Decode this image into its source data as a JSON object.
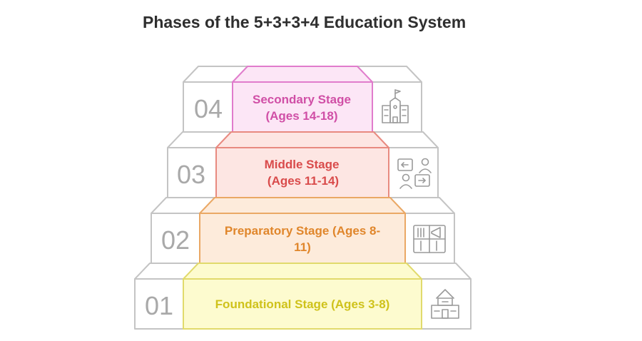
{
  "title": "Phases of the 5+3+3+4 Education System",
  "stages": [
    {
      "number": "04",
      "line1": "Secondary Stage",
      "line2": "(Ages 14-18)",
      "icon": "school-building-icon",
      "accent": "#d04fa6",
      "fill": "#fce6f6",
      "edge": "#e07ccc"
    },
    {
      "number": "03",
      "line1": "Middle Stage",
      "line2": "(Ages 11-14)",
      "icon": "discussion-icon",
      "accent": "#d94b4b",
      "fill": "#fde6e3",
      "edge": "#e88a80"
    },
    {
      "number": "02",
      "line1": "Preparatory Stage (Ages 8-",
      "line2": "11)",
      "icon": "classroom-board-icon",
      "accent": "#e0862b",
      "fill": "#fdebdb",
      "edge": "#eaa865"
    },
    {
      "number": "01",
      "line1": "Foundational Stage (Ages 3-8)",
      "line2": "",
      "icon": "house-icon",
      "accent": "#cfc21b",
      "fill": "#fdfbcf",
      "edge": "#e1da6c"
    }
  ]
}
